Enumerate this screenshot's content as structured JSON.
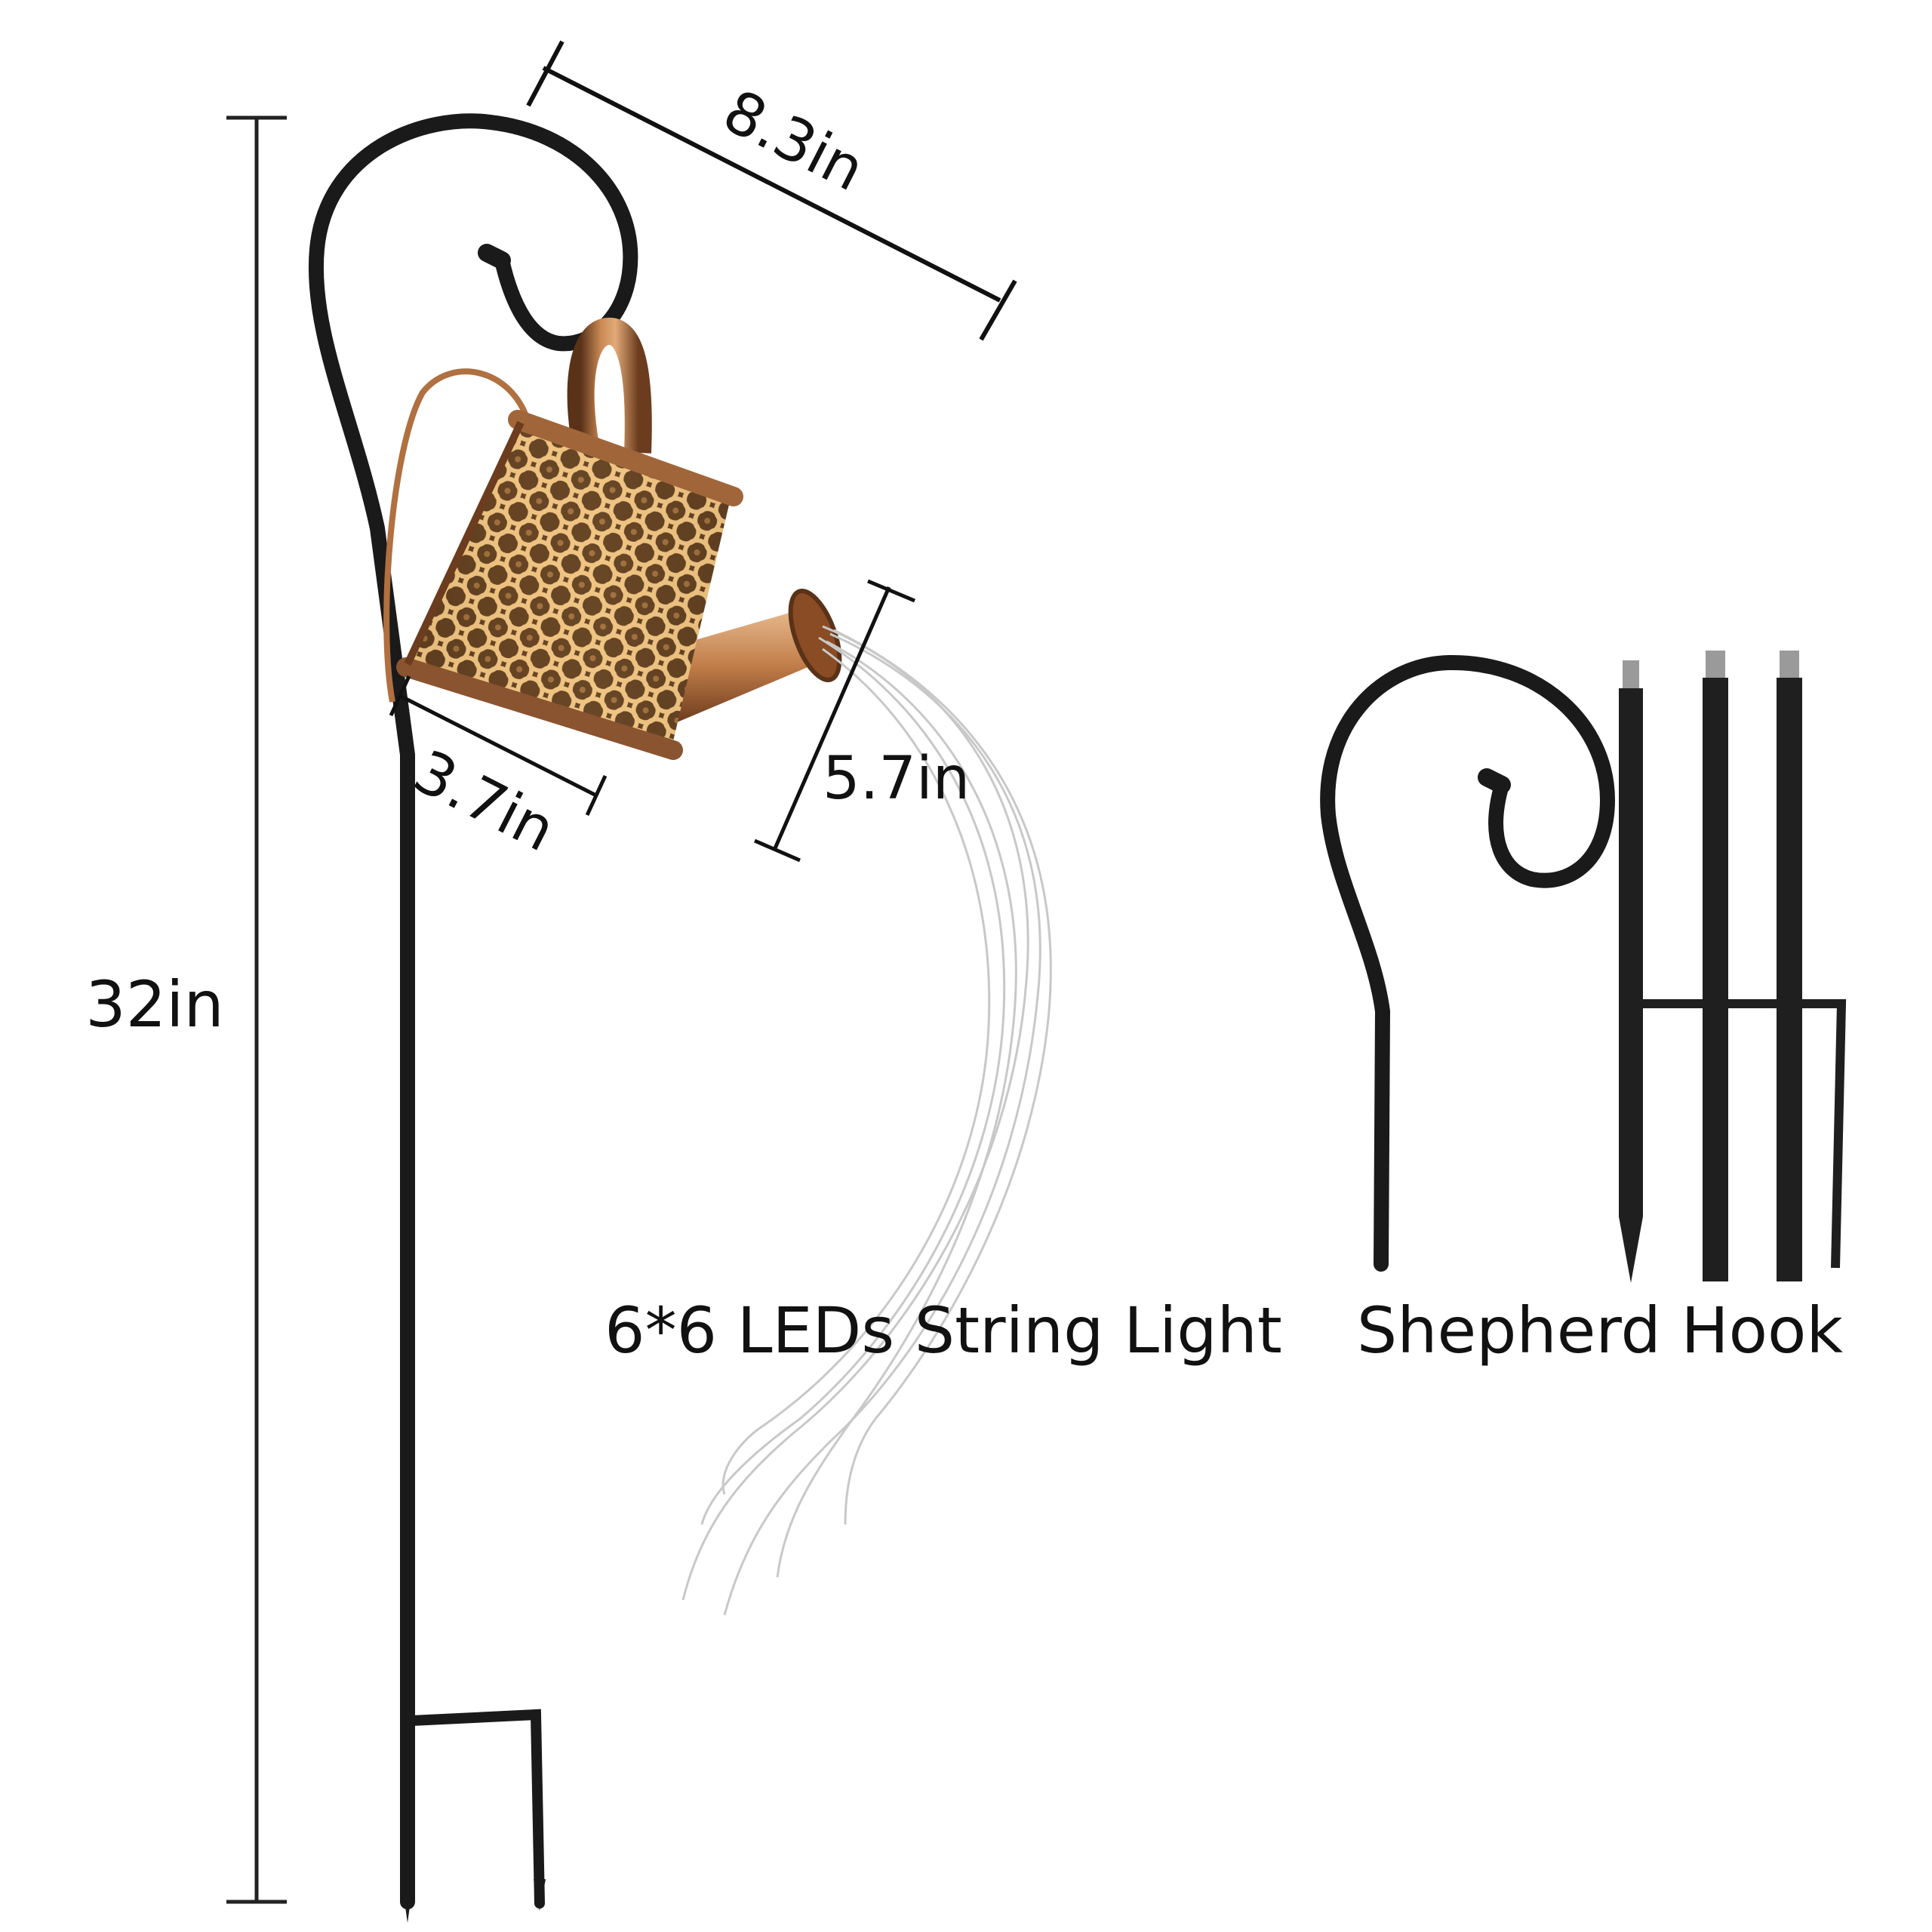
{
  "dimensions": {
    "width": "8.3in",
    "can_diameter": "3.7in",
    "spout_height": "5.7in",
    "total_height": "32in"
  },
  "captions": {
    "string_light": "6*6 LEDs String Light",
    "hook": "Shepherd Hook"
  },
  "colors": {
    "background": "#ffffff",
    "metal": "#1a1a1a",
    "copper": "#b07040",
    "copper_dark": "#5a3218",
    "glow": "#f0c070",
    "wire": "#c8c8c8"
  }
}
